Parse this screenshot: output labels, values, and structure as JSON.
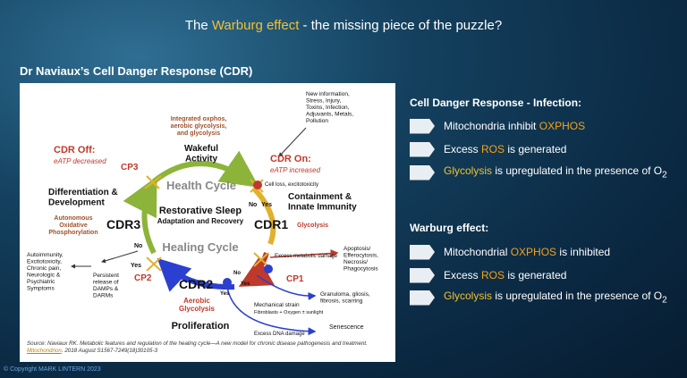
{
  "header": {
    "title_pre": "The ",
    "title_hl": "Warburg effect",
    "title_post": " - the missing piece of the puzzle?"
  },
  "subtitle": "Dr Naviaux’s Cell Danger Response (CDR)",
  "diagram": {
    "top_inputs": "New information,\nStress, Injury,\nToxins, Infection,\nAdjuvants, Metals,\nPollution",
    "integrated": "Integrated oxphos,\naerobic glycolysis,\nand glycolysis",
    "wakeful": "Wakeful\nActivity",
    "cdr_off": "CDR Off:",
    "cdr_off_sub": "eATP decreased",
    "cdr_on": "CDR On:",
    "cdr_on_sub": "eATP increased",
    "cp3": "CP3",
    "cell_loss": "Cell loss, excitotoxicity",
    "health_cycle": "Health Cycle",
    "diff_dev": "Differentiation &\nDevelopment",
    "containment": "Containment &\nInnate Immunity",
    "restorative": "Restorative Sleep",
    "adaptation": "Adaptation and Recovery",
    "no1": "No",
    "yes1": "Yes",
    "glycolysis": "Glycolysis",
    "autonomous": "Autonomous\nOxidative\nPhosphorylation",
    "cdr3": "CDR3",
    "cdr1": "CDR1",
    "no3": "No",
    "healing_cycle": "Healing Cycle",
    "excess_metabolic": "Excess metabolic damage",
    "apoptosis": "Apoptosis/\nEfferocytosis,\nNecrosis/\nPhagocytosis",
    "autoimmunity": "Autoimmunity,\nExcitotoxicity,\nChronic pain,\nNeurologic &\nPsychiatric\nSymptoms",
    "persistent": "Persistent\nrelease of\nDAMPs &\nDARMs",
    "yes3": "Yes",
    "cp2": "CP2",
    "cp1": "CP1",
    "cdr2": "CDR2",
    "no2": "No",
    "yes2a": "Yes",
    "yes2b": "Yes",
    "aerobic": "Aerobic\nGlycolysis",
    "granuloma": "Granuloma, gliosis,\nfibrosis, scarring",
    "mechanical": "Mechanical strain",
    "fibroblasts": "Fibroblasts + Oxygen ± sunlight",
    "proliferation": "Proliferation",
    "excess_dna": "Excess DNA damage",
    "senescence": "Senescence",
    "source_text": "Source: Naviaux RK. Metabolic features and regulation of the healing cycle—A new model for chronic disease pathogenesis and treatment.",
    "source_link": "Mitochondrion",
    "source_tail": ". 2018 August S1567-7249(18)30105-3"
  },
  "right": {
    "heading1": "Cell Danger Response - Infection:",
    "b1_pre": "Mitochondria inhibit ",
    "b1_hl": "OXPHOS",
    "b2_pre": "Excess ",
    "b2_hl": "ROS",
    "b2_post": " is generated",
    "b3_hl": "Glycolysis",
    "b3_post": " is upregulated in the presence of O",
    "b3_sub": "2",
    "heading2": "Warburg effect:",
    "b4_pre": "Mitochondrial ",
    "b4_hl": "OXPHOS",
    "b4_post": " is inhibited",
    "b5_pre": "Excess ",
    "b5_hl": "ROS",
    "b5_post": " is generated",
    "b6_hl": "Glycolysis",
    "b6_post": " is upregulated in the presence of O",
    "b6_sub": "2"
  },
  "copyright": "© Copyright MARK LINTERN 2023",
  "colors": {
    "gold": "#f2c12e",
    "orange": "#f4a21b",
    "red": "#c0392b",
    "green": "#8db43a",
    "blue": "#2b3fd1",
    "brown": "#a0522d"
  }
}
